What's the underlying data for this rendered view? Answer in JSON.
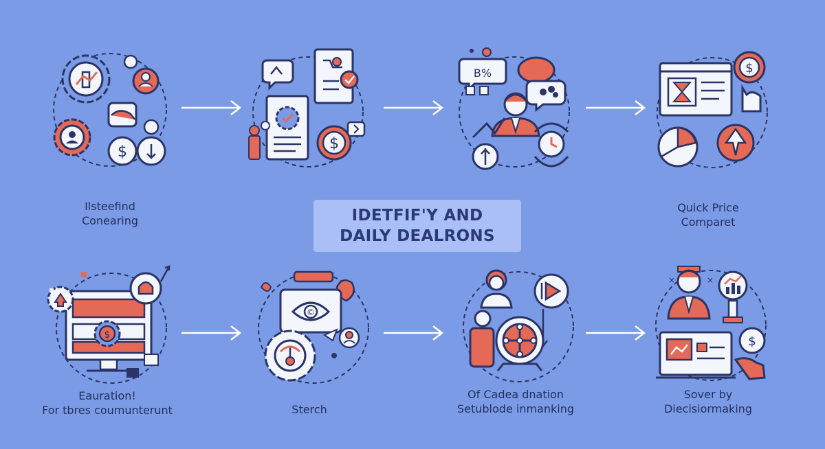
{
  "title": {
    "line1": "IDETFIF'Y AND",
    "line2": "DAILY DEALRONS"
  },
  "steps": [
    {
      "lines": [
        "Ilsteefind",
        "Conearing"
      ]
    },
    {
      "lines": []
    },
    {
      "lines": []
    },
    {
      "lines": [
        "Quick Price",
        "Comparet"
      ]
    },
    {
      "lines": [
        "Eauration!",
        "For tbres coumunterunt"
      ]
    },
    {
      "lines": [
        "Sterch"
      ]
    },
    {
      "lines": [
        "Of Cadea dnation",
        "Setublode inmanking"
      ]
    },
    {
      "lines": [
        "Sover by",
        "Diecisiormaking"
      ]
    }
  ],
  "icon_texts": {
    "percent_bubble": "B%"
  },
  "colors": {
    "background": "#7b9be6",
    "outline": "#2a3466",
    "accent": "#e46a57",
    "fill": "#f4f6fd",
    "title_box": "#a9bff5"
  }
}
